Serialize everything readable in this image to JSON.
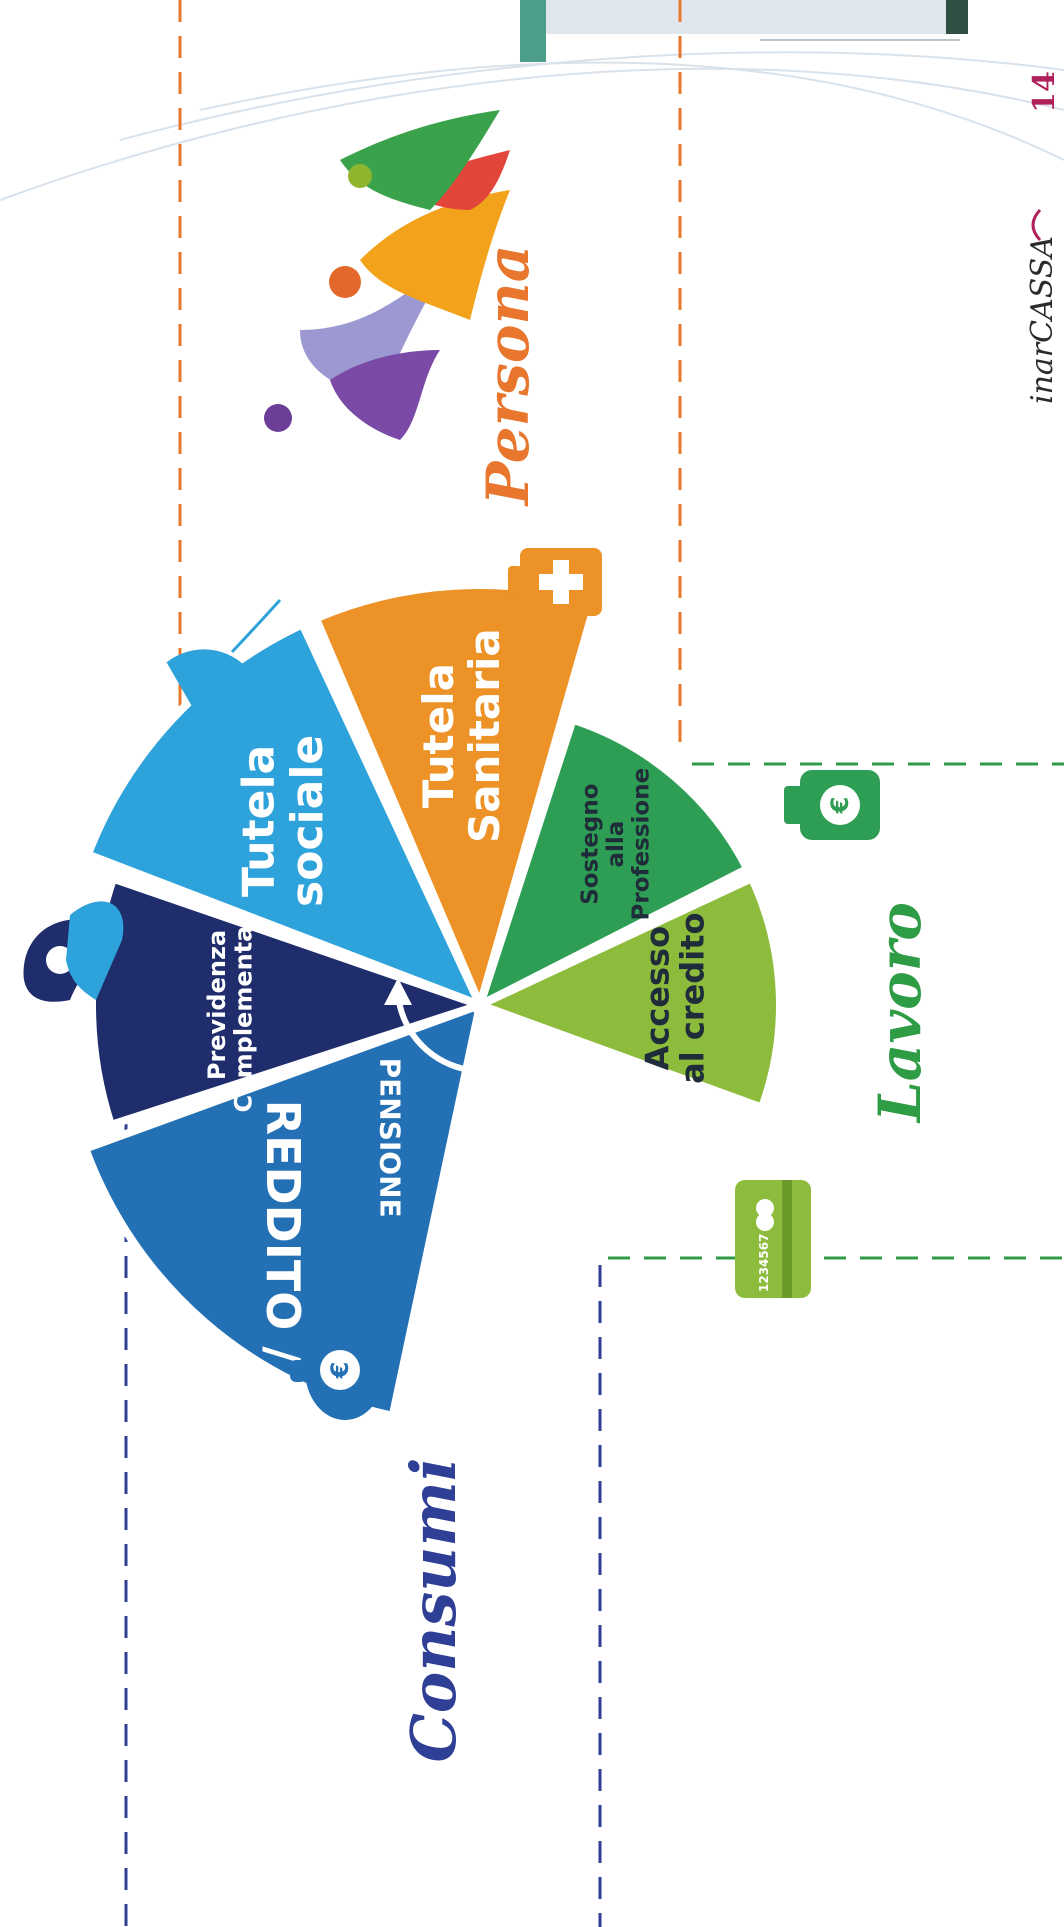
{
  "groups": {
    "persona": {
      "label": "Persona",
      "color": "#e8762d"
    },
    "lavoro": {
      "label": "Lavoro",
      "color": "#2e9b45"
    },
    "consumi": {
      "label": "Consumi",
      "color": "#2f3f95"
    }
  },
  "wheel": {
    "segments": [
      {
        "id": "reddito",
        "lines": [
          "REDDITO /"
        ],
        "color": "#2370b5"
      },
      {
        "id": "reddito-sub",
        "lines": [
          "PENSIONE"
        ],
        "color": "#2370b5"
      },
      {
        "id": "previdenza",
        "lines": [
          "Previdenza",
          "Complementare"
        ],
        "color": "#1f2d6c"
      },
      {
        "id": "tutela-sociale",
        "lines": [
          "Tutela",
          "sociale"
        ],
        "color": "#2ea2db"
      },
      {
        "id": "tutela-sanitaria",
        "lines": [
          "Tutela",
          "Sanitaria"
        ],
        "color": "#ec9226"
      },
      {
        "id": "sostegno",
        "lines": [
          "Sostegno",
          "alla",
          "Professione"
        ],
        "color": "#2e9e54"
      },
      {
        "id": "credito",
        "lines": [
          "Accesso",
          "al credito"
        ],
        "color": "#8dbb3c"
      }
    ]
  },
  "icons": {
    "card_number": "1234567",
    "euro_symbol": "€"
  },
  "footer": {
    "brand": "inarCASSA",
    "page_number": "14"
  }
}
